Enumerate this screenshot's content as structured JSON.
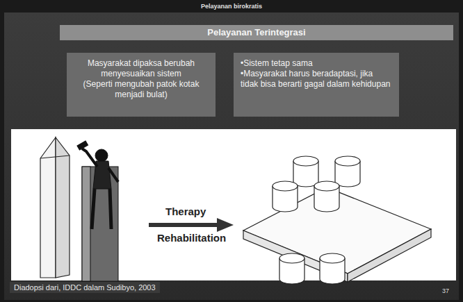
{
  "diagram": {
    "title": "Pelayanan Terintegrasi",
    "caption": "Diadopsi dari, IDDC dalam Sudibyo, 2003",
    "nodes": [
      {
        "text": [
          "Masyarakat dipaksa berubah menyesuaikan sistem",
          "(Seperti mengubah patok kotak menjadi bulat)"
        ]
      },
      {
        "text": [
          "•Sistem tetap sama",
          "•Masyarakat harus beradaptasi, jika tidak bisa berarti gagal dalam kehidupan"
        ]
      }
    ],
    "labels": [
      "Pelayanan birokratis",
      "Therapy",
      "Rehabilitation",
      "37"
    ]
  }
}
